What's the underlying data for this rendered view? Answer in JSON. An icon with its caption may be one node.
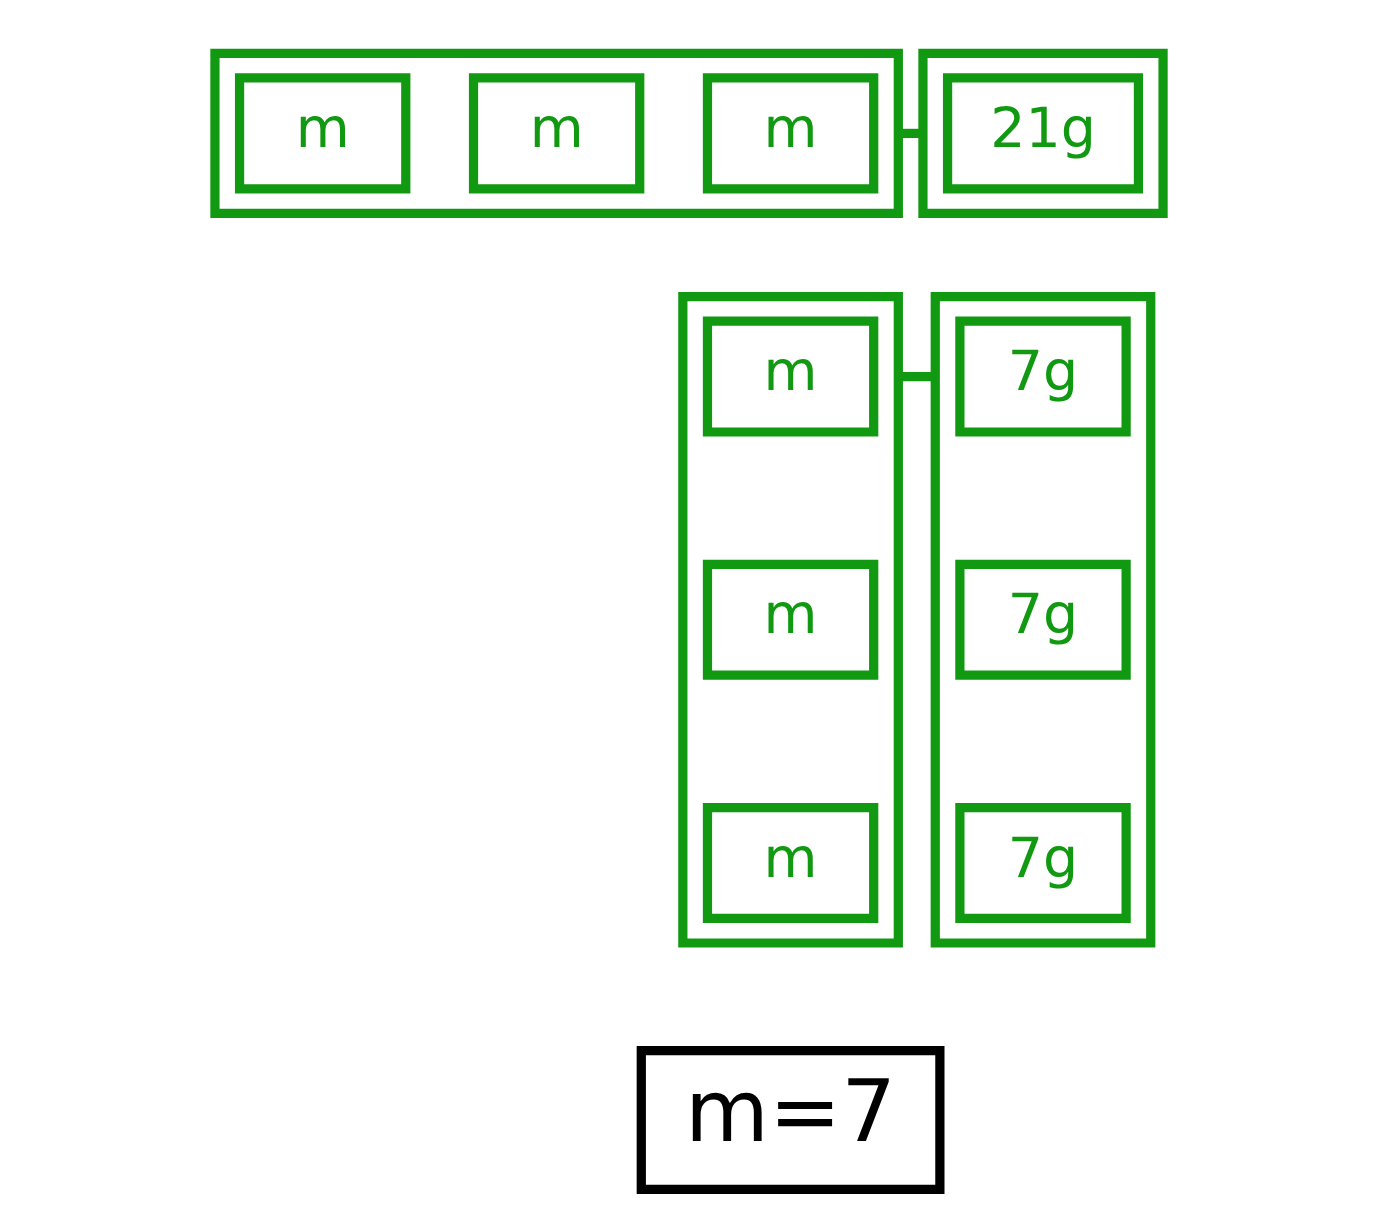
{
  "diagram": {
    "nodes": [
      {
        "text": [],
        "shape": "box"
      },
      {
        "text": [
          "m"
        ],
        "in": 0
      },
      {
        "text": [
          "m"
        ],
        "in": 0
      },
      {
        "text": [
          "m"
        ],
        "in": 0
      },
      {
        "text": [],
        "shape": "box"
      },
      {
        "text": [
          "21g"
        ],
        "in": 4
      },
      {
        "text": [],
        "shape": "box"
      },
      {
        "text": [
          "m"
        ],
        "in": 6
      },
      {
        "text": [
          "m"
        ],
        "in": 6
      },
      {
        "text": [
          "m"
        ],
        "in": 6
      },
      {
        "text": [],
        "shape": "box"
      },
      {
        "text": [
          "7g"
        ],
        "in": 10
      },
      {
        "text": [
          "7g"
        ],
        "in": 10
      },
      {
        "text": [
          "7g"
        ],
        "in": 10
      },
      {
        "text": [
          "m=7"
        ]
      }
    ],
    "edges": [
      {
        "from": 0,
        "to": 4,
        "arrow": "none"
      },
      {
        "from": 6,
        "to": 10,
        "arrow": "none"
      }
    ]
  }
}
